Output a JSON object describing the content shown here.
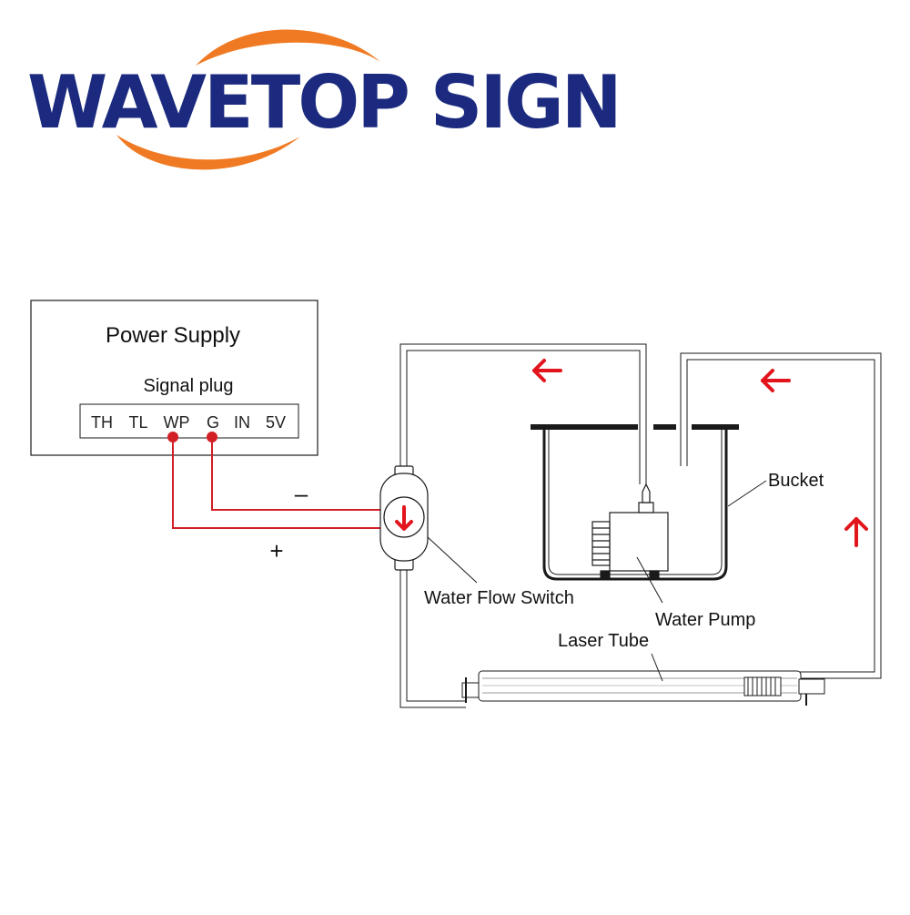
{
  "brand": {
    "text": "WAVETOP SIGN",
    "text_color": "#1b2a7e",
    "swoosh_color": "#f07a23"
  },
  "power_supply": {
    "title": "Power Supply",
    "signal_plug_label": "Signal plug",
    "terminals": [
      "TH",
      "TL",
      "WP",
      "G",
      "IN",
      "5V"
    ]
  },
  "wiring": {
    "minus_sign": "–",
    "plus_sign": "+",
    "wire_color": "#d21f26"
  },
  "labels": {
    "bucket": "Bucket",
    "water_flow_switch": "Water Flow Switch",
    "water_pump": "Water Pump",
    "laser_tube": "Laser Tube"
  },
  "colors": {
    "arrow": "#e2141c",
    "line": "#1a1a1a"
  },
  "icons": {
    "flow_arrows": [
      "arrow-left-icon",
      "arrow-left-icon",
      "arrow-up-icon",
      "arrow-down-icon"
    ]
  }
}
